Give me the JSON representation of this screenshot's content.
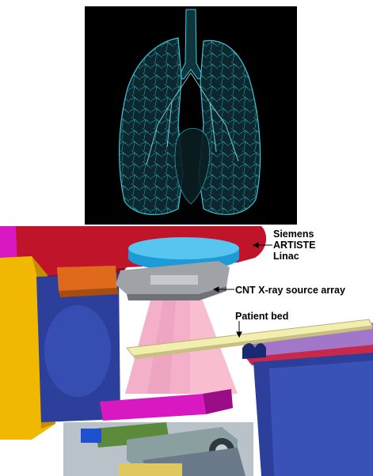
{
  "labels": {
    "linac": [
      "Siemens",
      "ARTISTE",
      "Linac"
    ],
    "cnt_source": "CNT X-ray source array",
    "patient_bed": "Patient bed"
  },
  "colors": {
    "lung_cyan": "#3fd0e0",
    "gantry_red": "#c0142a",
    "collimator_blue": "#1e9ad6",
    "frame_yellow": "#f0b800",
    "frame_blue": "#2c3f9a",
    "magenta": "#e020c8",
    "bed": "#f2eeb0",
    "beam_pink": "#e8508a"
  }
}
